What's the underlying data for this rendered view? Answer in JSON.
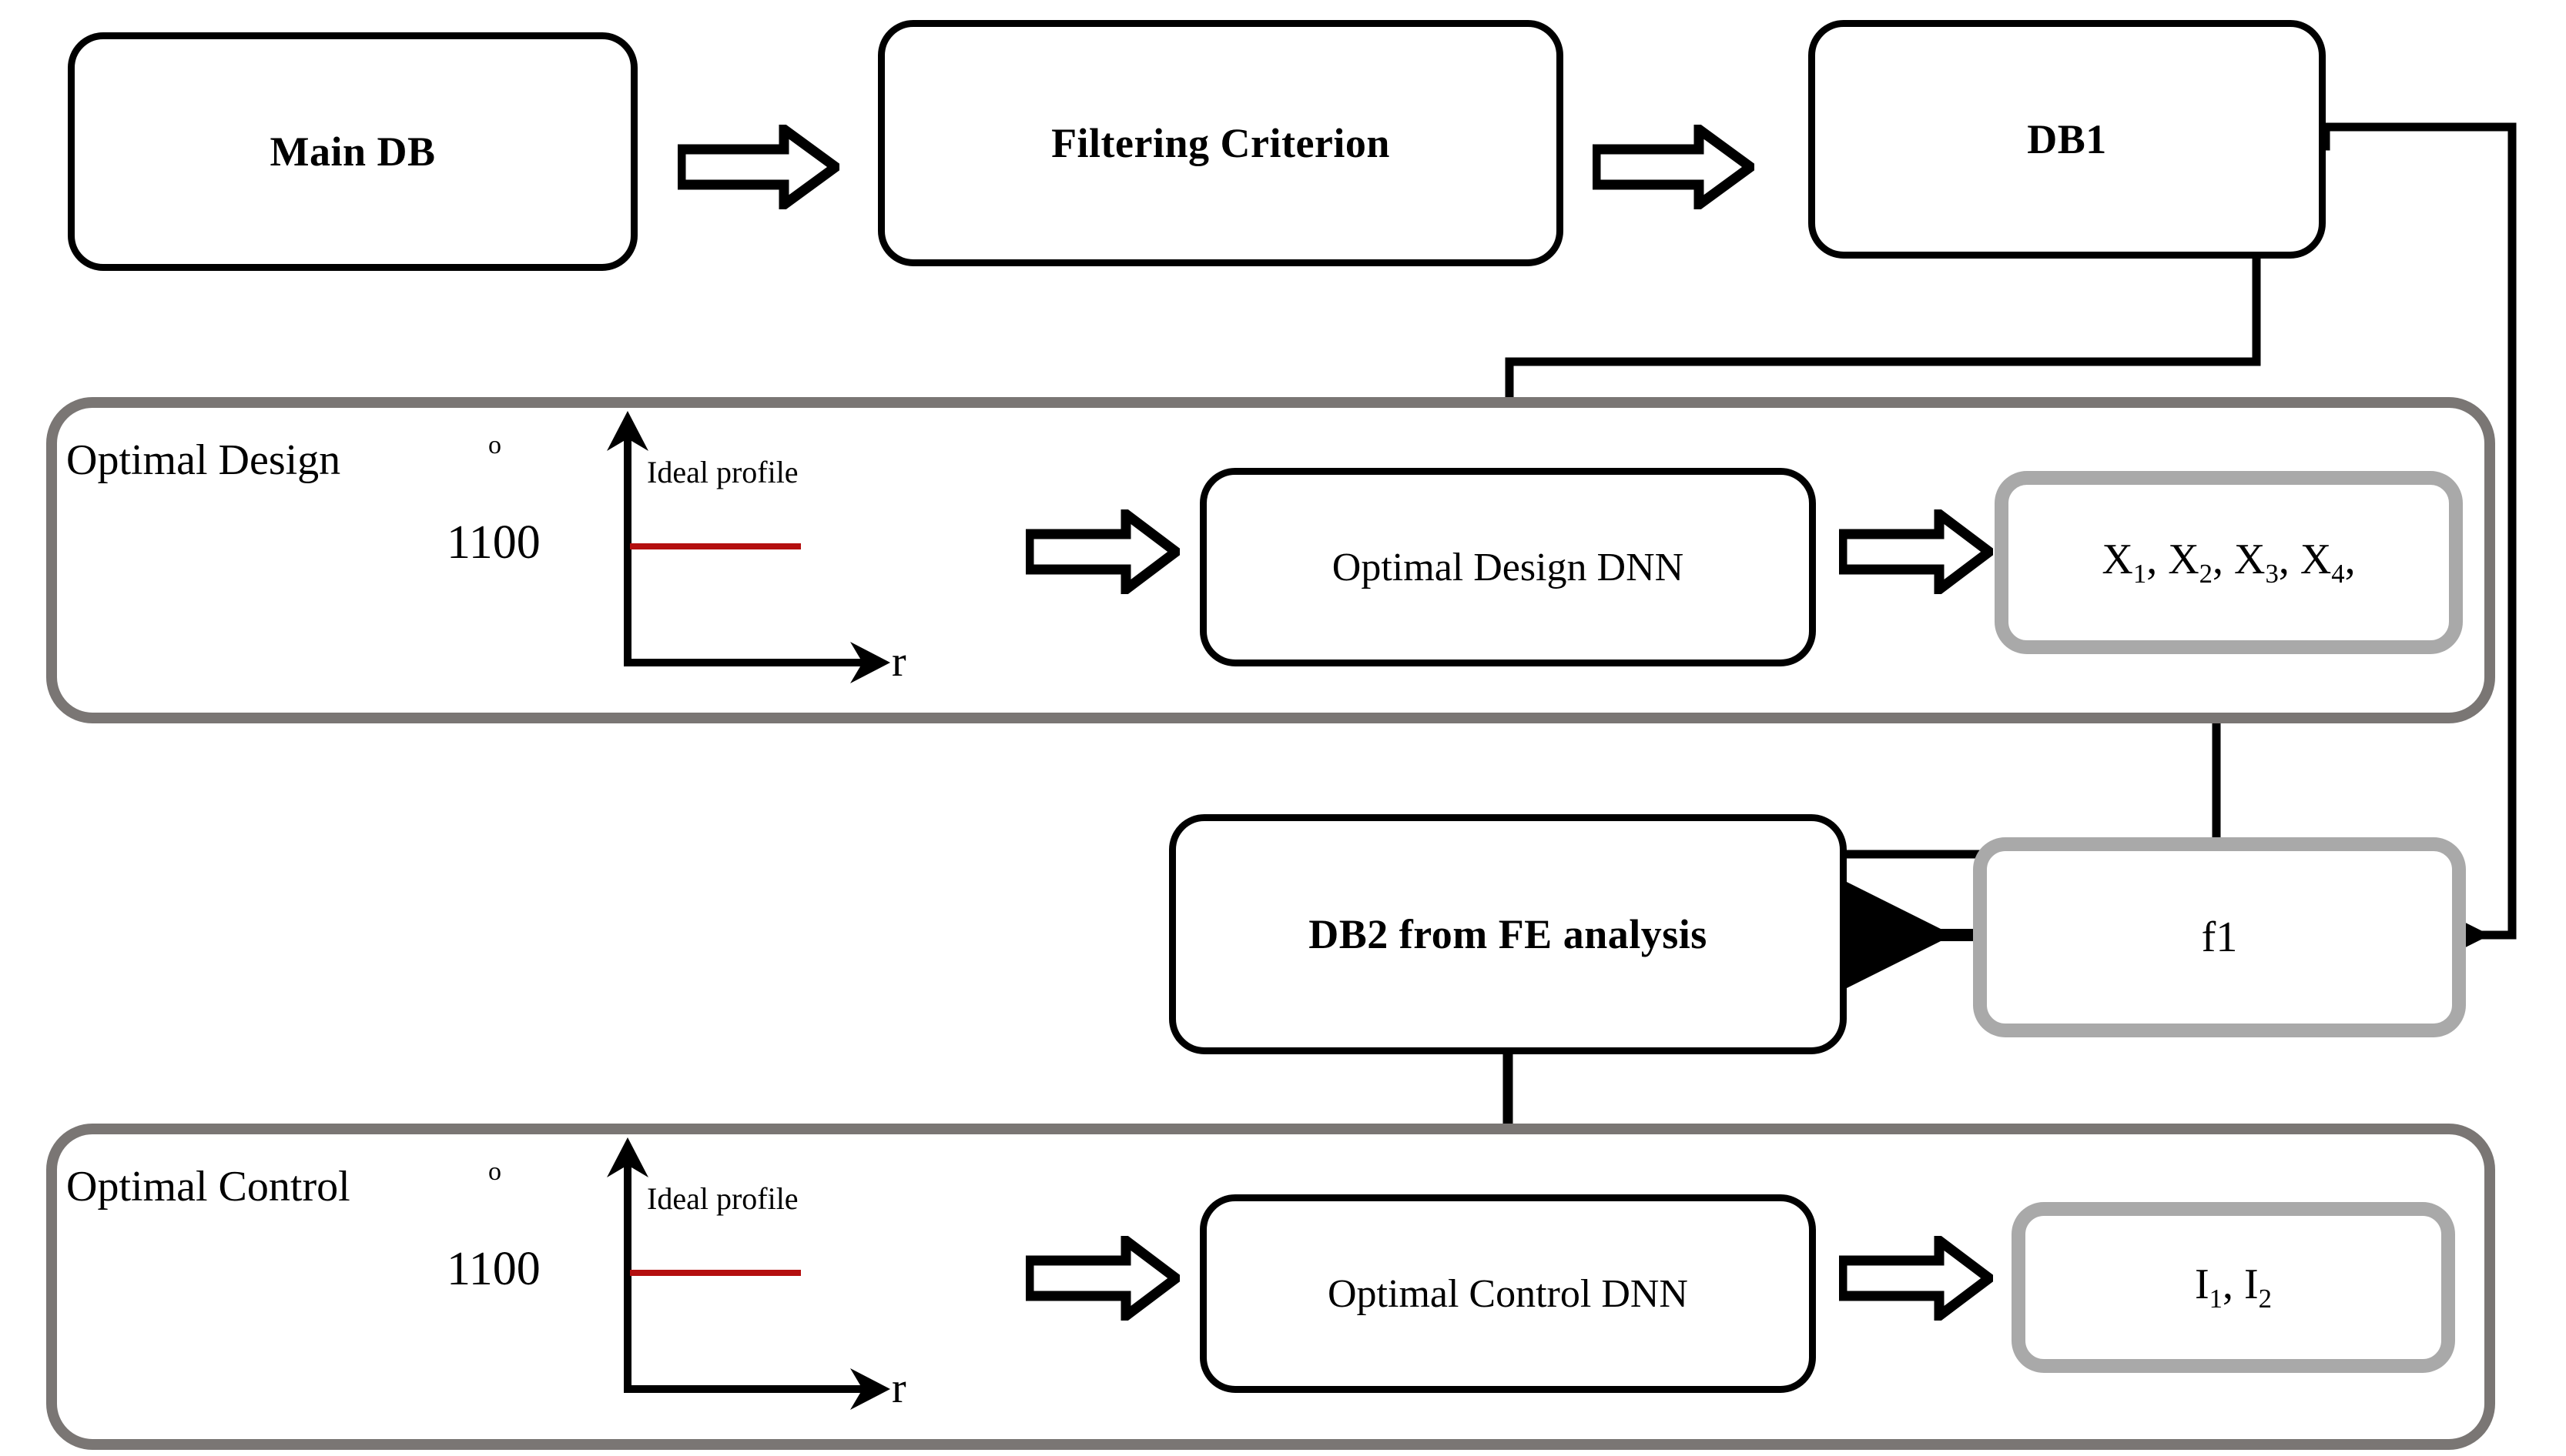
{
  "diagram": {
    "title": "Optimal Design and Optimal Control DNN workflow",
    "colors": {
      "box_border": "#000000",
      "section_border": "#7a7674",
      "result_border": "#a9a9a9",
      "profile_line": "#b40f0f",
      "background": "#ffffff"
    }
  },
  "top_row": {
    "main_db": {
      "label": "Main DB"
    },
    "filtering_criterion": {
      "label": "Filtering Criterion"
    },
    "db1": {
      "label": "DB1"
    }
  },
  "optimal_design": {
    "section_title": "Optimal Design",
    "plot": {
      "y_value": "1100",
      "degree_symbol": "o",
      "legend": "Ideal profile",
      "x_label": "r"
    },
    "dnn": {
      "label": "Optimal Design DNN"
    },
    "outputs": {
      "text": "X1, X2, X3, X4,",
      "variables": [
        "X",
        "X",
        "X",
        "X"
      ],
      "subscripts": [
        "1",
        "2",
        "3",
        "4"
      ]
    }
  },
  "middle_row": {
    "db2": {
      "label": "DB2 from FE analysis"
    },
    "f1": {
      "label": "f1"
    }
  },
  "optimal_control": {
    "section_title": "Optimal Control",
    "plot": {
      "y_value": "1100",
      "degree_symbol": "o",
      "legend": "Ideal profile",
      "x_label": "r"
    },
    "dnn": {
      "label": "Optimal Control DNN"
    },
    "outputs": {
      "text": "I1, I2",
      "variables": [
        "I",
        "I"
      ],
      "subscripts": [
        "1",
        "2"
      ]
    }
  },
  "connectors": {
    "main_to_filter": "block-arrow-right",
    "filter_to_db1": "block-arrow-right",
    "db1_to_design_dnn": "line-arrow-down",
    "db1_to_f1": "line-arrow-left",
    "plot_to_design_dnn": "block-arrow-right",
    "design_dnn_to_outputs": "block-arrow-right",
    "outputs_to_db2": "line-arrow-down",
    "f1_to_db2": "line-arrow-left",
    "db2_to_control_dnn": "line-arrow-down",
    "plot_to_control_dnn": "block-arrow-right",
    "control_dnn_to_outputs": "block-arrow-right"
  }
}
